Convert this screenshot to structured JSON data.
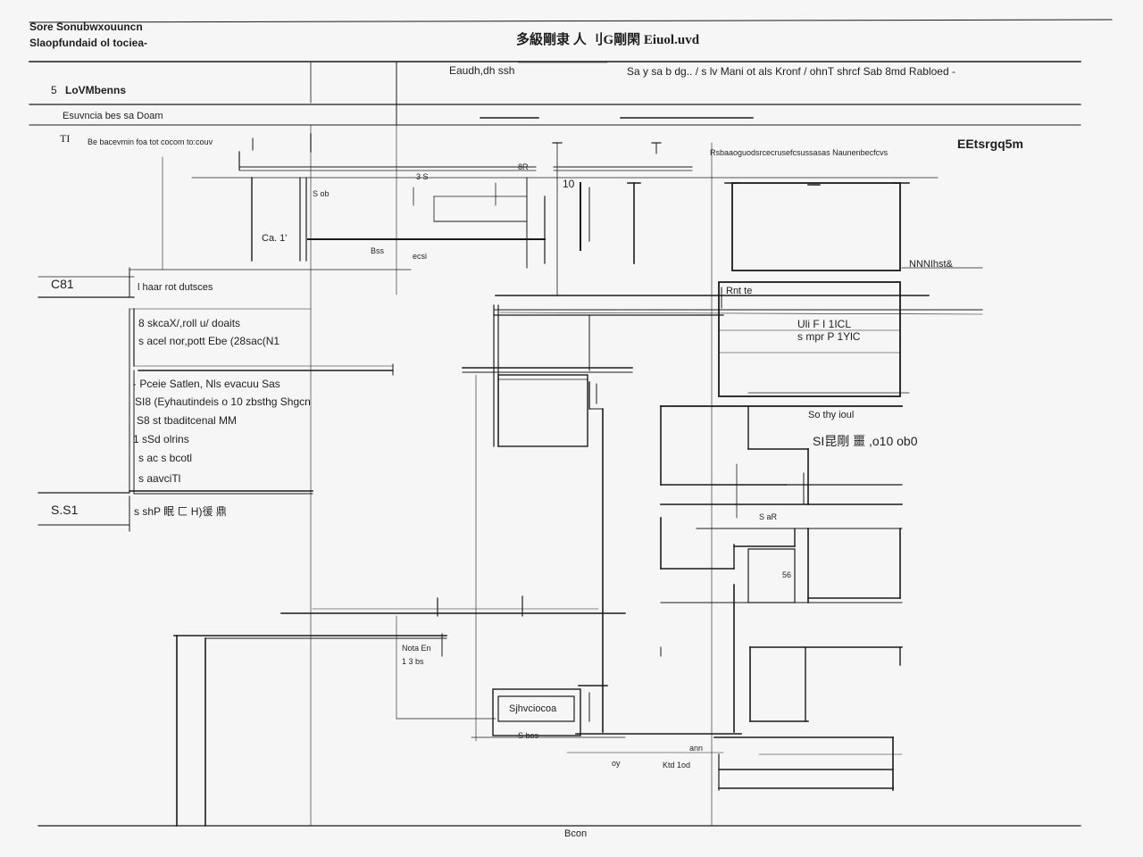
{
  "title_block": {
    "org_line1": "Sore Sonubwxouuncn",
    "org_line2": "Slaopfundaid ol tociea-",
    "sheet_title": "多級剛隶 人 刂G剛閑 Eiuol.uvd",
    "header_left": "Eaudh,dh ssh",
    "header_right": "Sa y sa b dg.. / s lv Mani ot als Kronf / ohnT shrcf  Sab 8md Rabloed -"
  },
  "sections": {
    "row1_number": "5",
    "row1_title": "LoVMbenns",
    "row2_note": "Esuvncia bes sa Doam",
    "row3_number": "TI",
    "row3_note": "Be bacevmin foa tot cocom to:couv"
  },
  "side_entries": {
    "s1_number": "C81",
    "s1_label": "l haar rot dutsces",
    "s2_items": [
      "8 skcaX/,roll u/ doaits",
      "s acel nor,pott Ebe (28sac(N1",
      "· Pceie Satlen,  Nls evacuu Sas",
      "SI8  (Eyhautindeis o 10 zbsthg Shgcn",
      "S8 st tbaditcenal MM",
      "1 sSd olrins",
      "s ac s  bcotl",
      "s aavciTl"
    ],
    "s3_number": "S.S1",
    "s3_label": "s  shP 眠 ㄈ H)㣪 鼎"
  },
  "callouts": {
    "right_title": "EEtsrgq5m",
    "top_strip": "Rsbaaoguodsrcecrusefcsussasas Naunenbecfcvs",
    "label_88": "8R",
    "label_3s": "3 S",
    "label_sob": "S ob",
    "label_mid": "Ca. 1'",
    "label_8ss": "Bss",
    "label_ecsi": "ecsi",
    "label_10": "10",
    "label_right_small": "NNNIhst&",
    "label_nte": "Rnt te",
    "label_block_a": "Uli  F  I 1ICL",
    "label_block_b": "s mpr  P  1YlC",
    "label_so": "So thy ioul",
    "label_big": "SI昆剛 噩 ,o10 ob0",
    "label_sa": "S aR",
    "label_56": "56",
    "label_nota": "Nota En",
    "label_1ba": "1 3 bs",
    "label_chin": "Sjhvciocoa",
    "label_sbs": "S bos",
    "label_gy": "oy",
    "label_ktt": "Ktd 1od",
    "label_gm": "ann"
  },
  "footer": {
    "scale": "Bcon"
  }
}
